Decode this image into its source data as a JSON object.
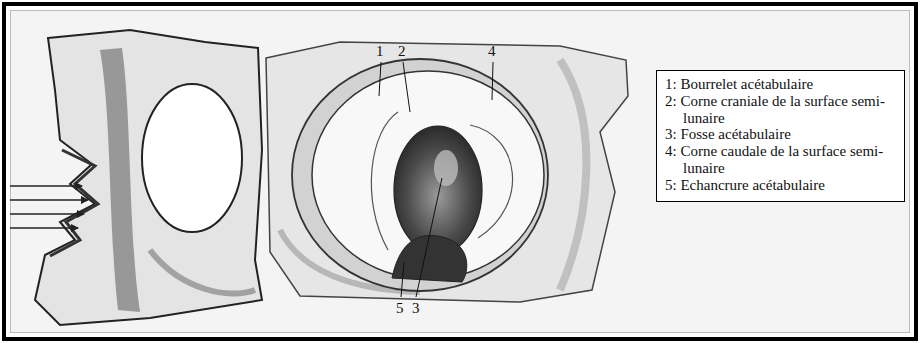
{
  "diagram": {
    "nodes": [
      {
        "text": [
          "1: Bourrelet acétabulaire",
          "2: Corne craniale de la surface semi-lunaire",
          "3: Fosse acétabulaire",
          "4: Corne caudale de la surface semi-lunaire",
          "5: Echancrure acétabulaire"
        ]
      }
    ],
    "labels": [
      "1",
      "2",
      "4",
      "5",
      "3"
    ]
  }
}
